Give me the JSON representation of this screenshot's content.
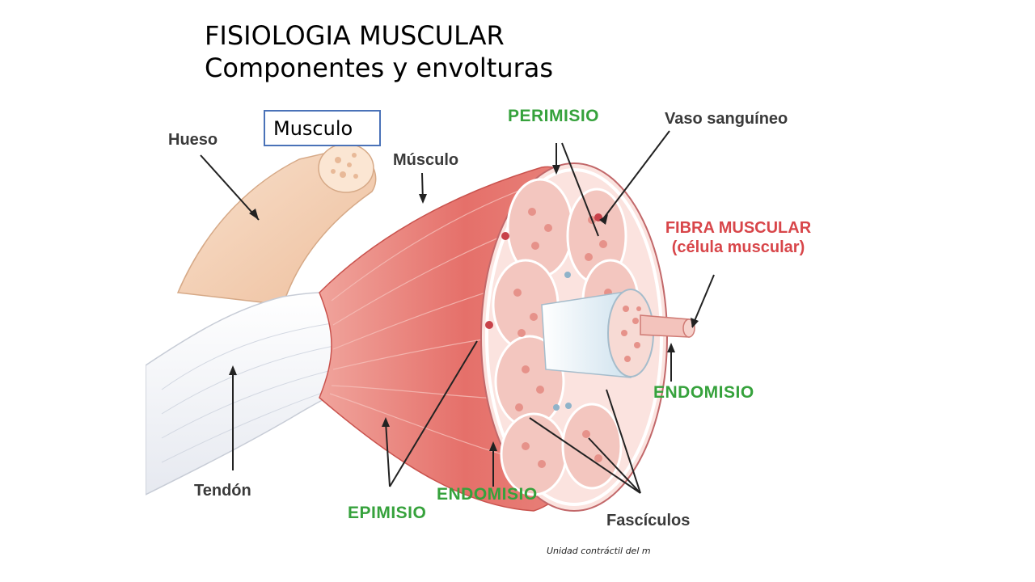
{
  "title": {
    "line1": "FISIOLOGIA MUSCULAR",
    "line2": "Componentes  y envolturas"
  },
  "musculo_box": "Musculo",
  "diagram": {
    "labels": {
      "hueso": "Hueso",
      "musculo": "Músculo",
      "perimisio": "PERIMISIO",
      "vaso": "Vaso sanguíneo",
      "fibra_line1": "FIBRA MUSCULAR",
      "fibra_line2": "(célula muscular)",
      "endomisio_right": "ENDOMISIO",
      "tendon": "Tendón",
      "epimisio": "EPIMISIO",
      "endomisio_bottom": "ENDOMISIO",
      "fasciculos": "Fascículos"
    },
    "colors": {
      "muscle": "#e8847f",
      "tendon": "#f2f4f8",
      "bone": "#f6d3b8",
      "label_green": "#36a23c",
      "label_red": "#d8464a"
    }
  },
  "caption": "Unidad contráctil del m"
}
